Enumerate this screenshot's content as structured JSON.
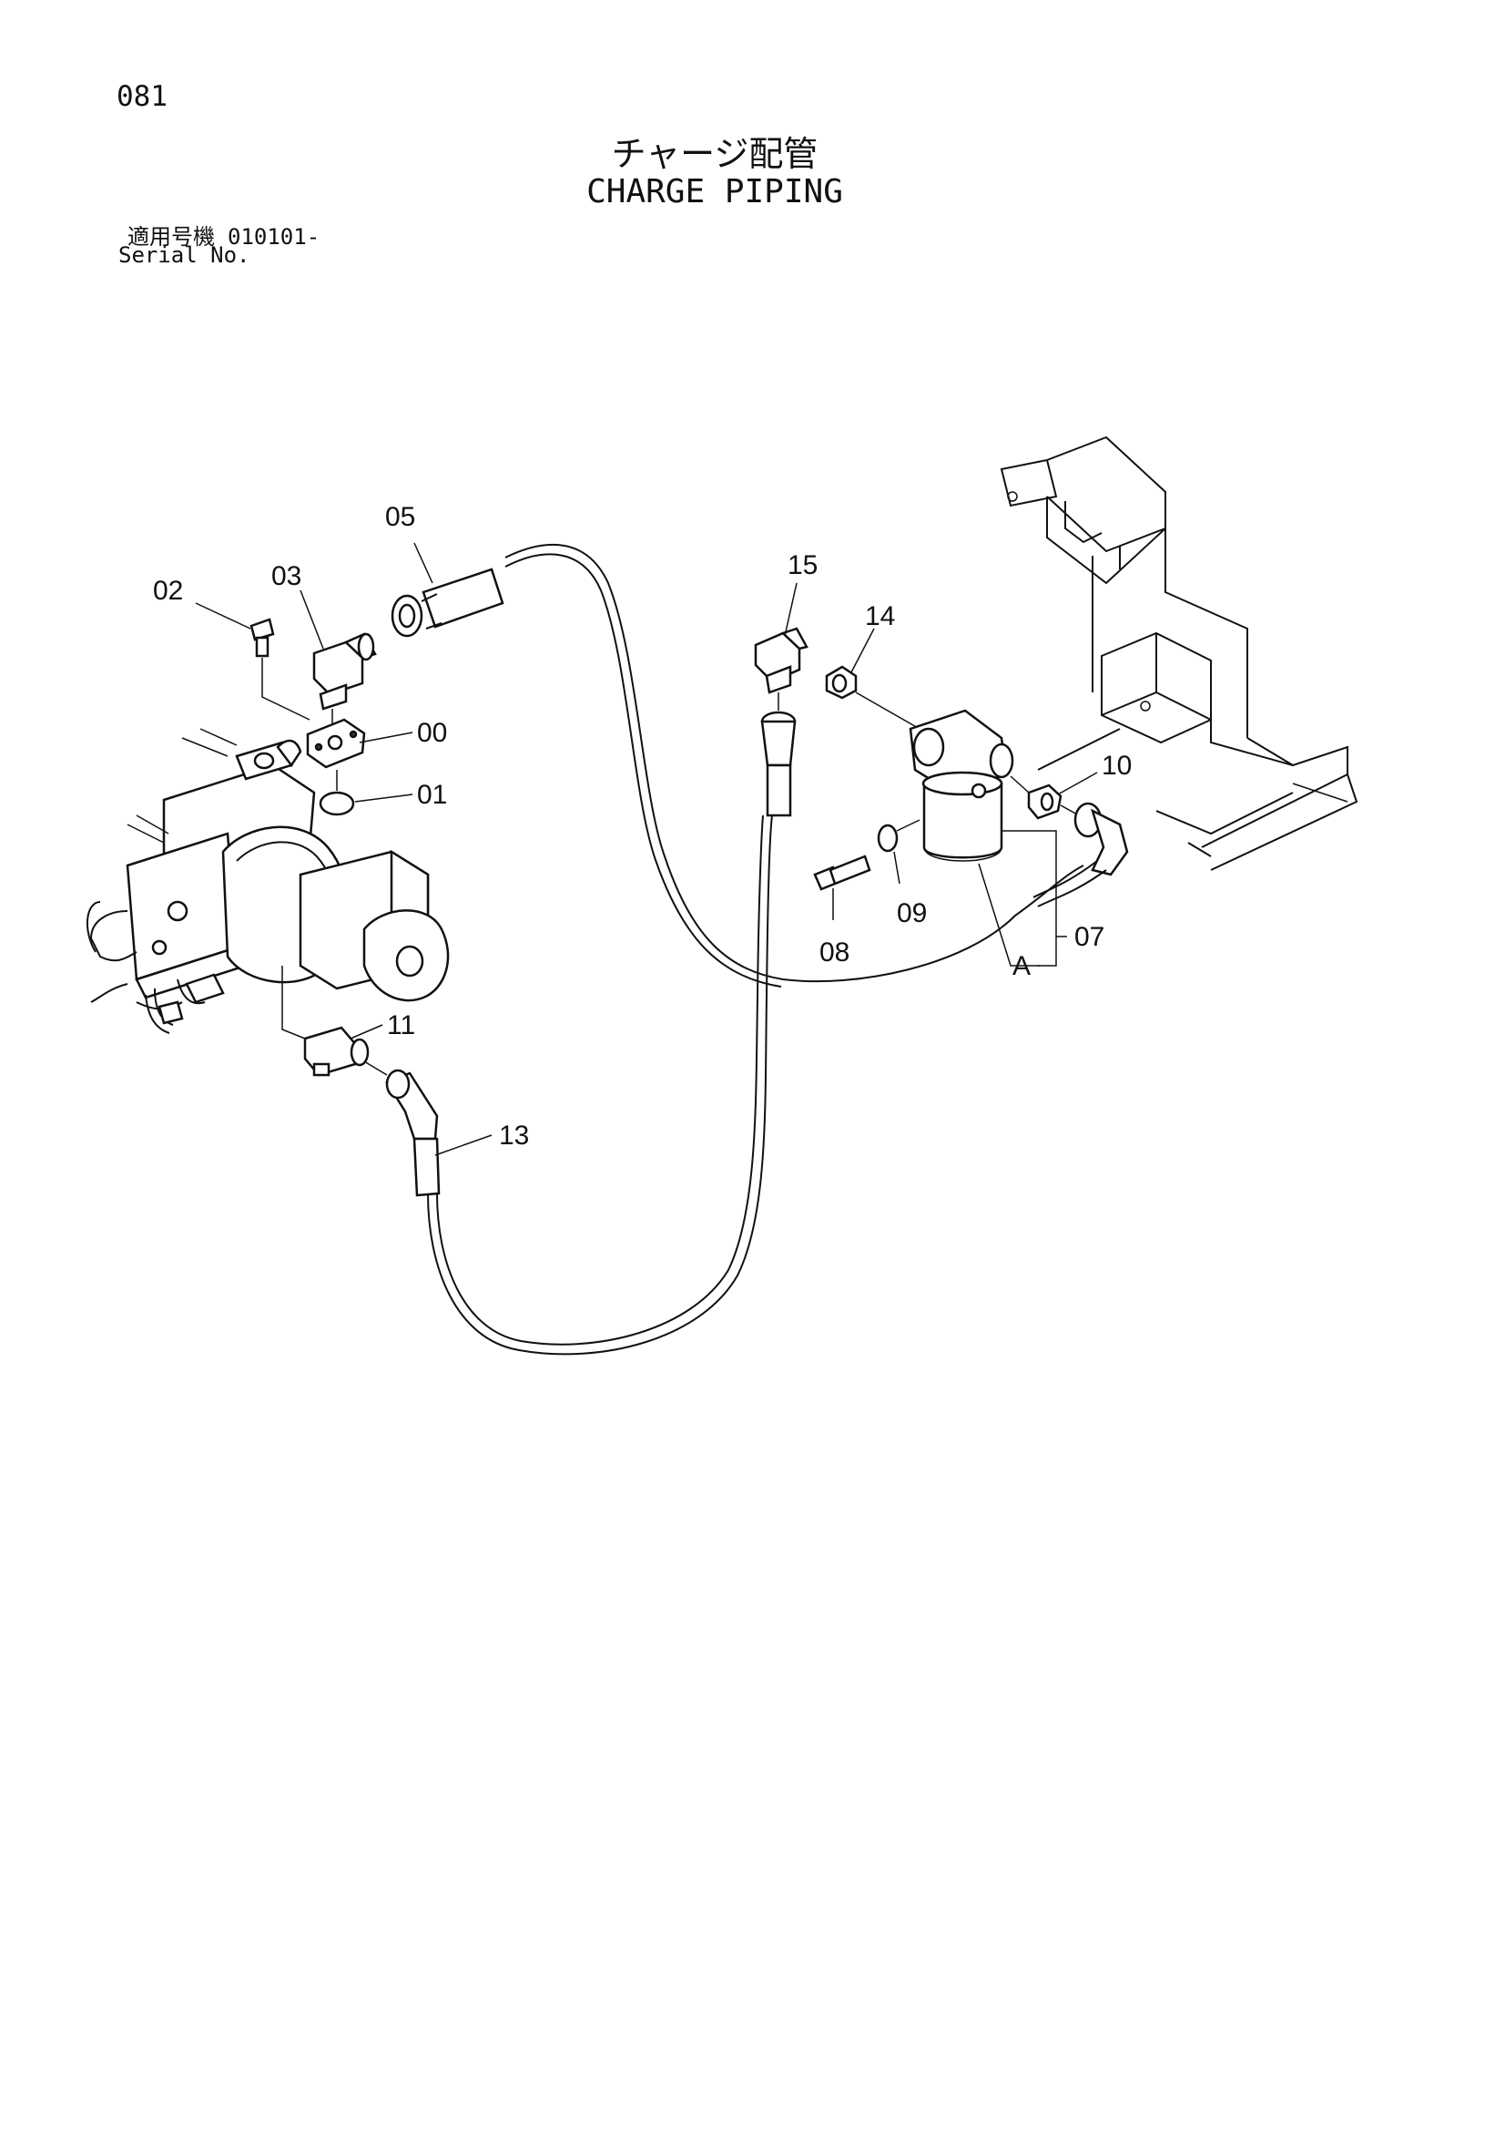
{
  "page_number": "081",
  "title_jp": "チャージ配管",
  "title_en": "CHARGE PIPING",
  "serial_label_jp": "適用号機",
  "serial_code": "010101-",
  "serial_label_en": "Serial No.",
  "callouts": {
    "p00": "00",
    "p01": "01",
    "p02": "02",
    "p03": "03",
    "p05": "05",
    "p07": "07",
    "p08": "08",
    "p09": "09",
    "p10": "10",
    "p11": "11",
    "p13": "13",
    "p14": "14",
    "p15": "15",
    "pA": "A"
  }
}
